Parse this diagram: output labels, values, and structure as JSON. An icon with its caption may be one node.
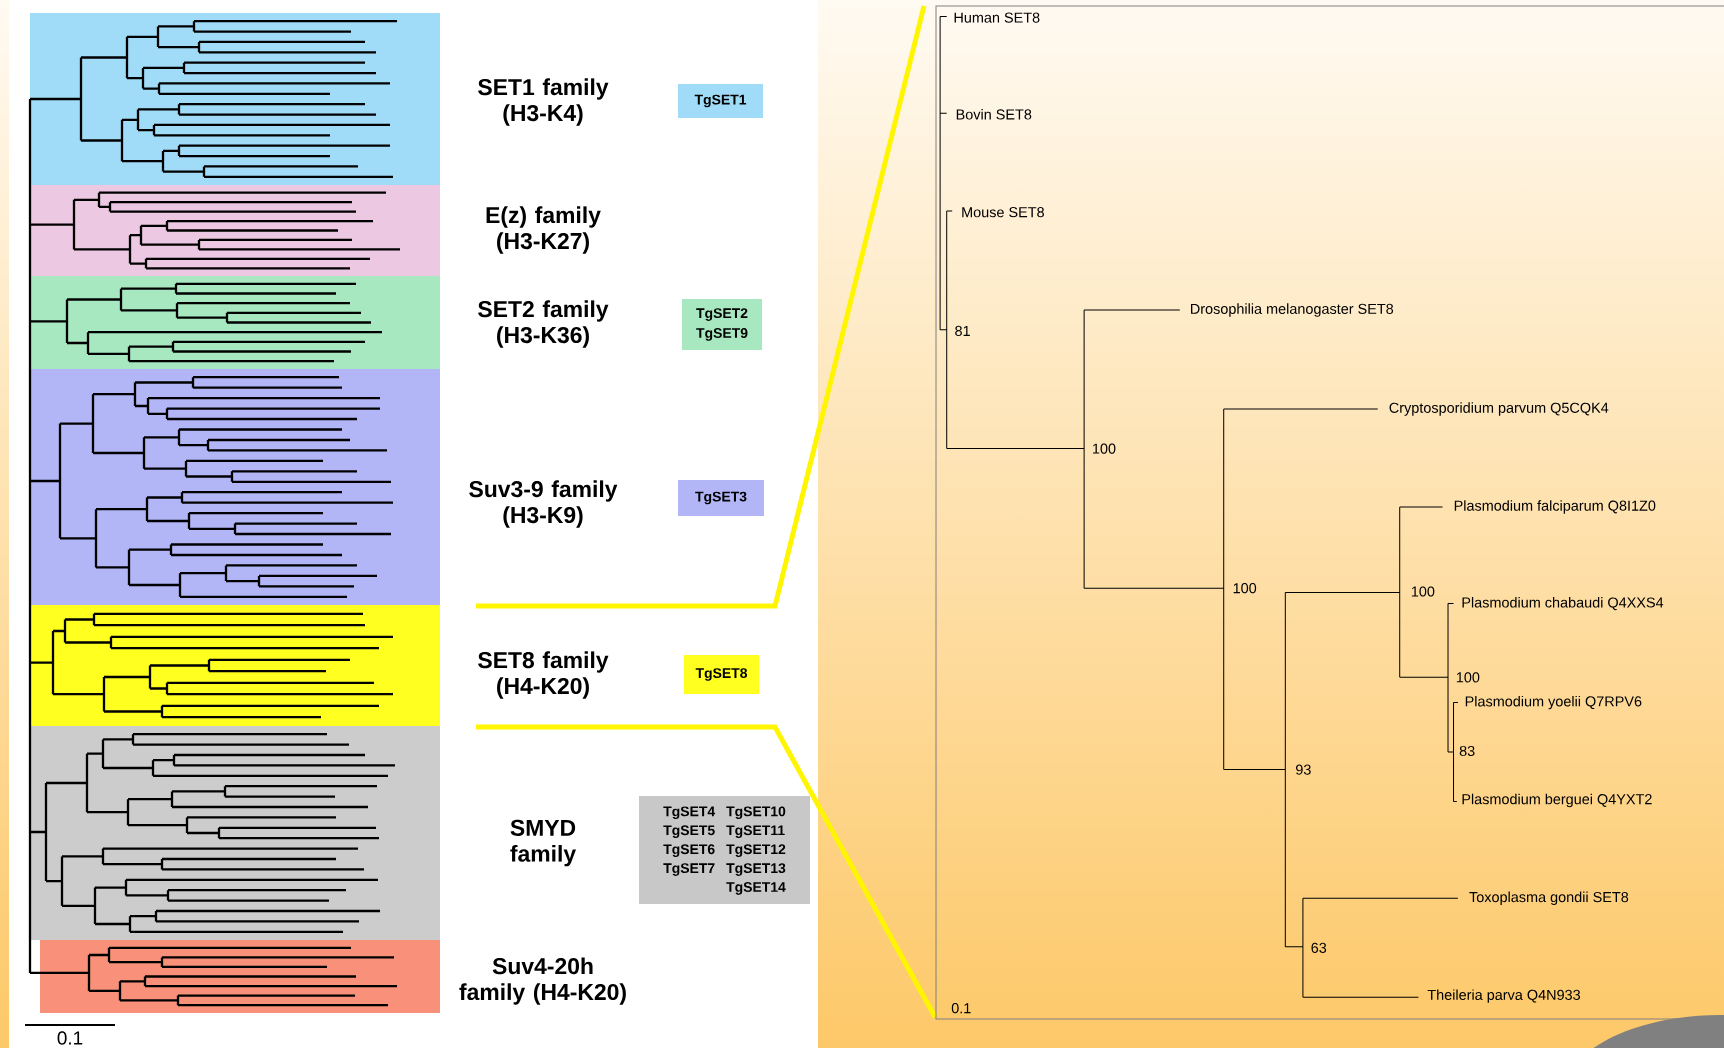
{
  "diagram": {
    "nodes": [
      {
        "text": [
          "TgSET1"
        ]
      },
      {
        "text": [
          "TgSET2",
          "TgSET9"
        ]
      },
      {
        "text": [
          "TgSET3"
        ]
      },
      {
        "text": [
          "TgSET8"
        ]
      },
      {
        "text": [
          "TgSET4",
          "TgSET10",
          "TgSET5",
          "TgSET11",
          "TgSET6",
          "TgSET12",
          "TgSET7",
          "TgSET13",
          "TgSET14"
        ]
      }
    ],
    "labels": [
      "SET1 family (H3-K4)",
      "E(z) family (H3-K27)",
      "SET2 family (H3-K36)",
      "Suv3-9 family (H3-K9)",
      "SET8 family (H4-K20)",
      "SMYD family",
      "Suv4-20h family (H4-K20)",
      "0.1",
      "Human SET8",
      "Bovin SET8",
      "Mouse SET8",
      "Drosophilia melanogaster SET8",
      "81",
      "Cryptosporidium parvum Q5CQK4",
      "100",
      "Plasmodium falciparum Q8I1Z0",
      "100",
      "100",
      "Plasmodium chabaudi Q4XXS4",
      "100",
      "Plasmodium yoelii Q7RPV6",
      "83",
      "93",
      "Plasmodium berguei Q4YXT2",
      "Toxoplasma gondii SET8",
      "63",
      "Theileria parva Q4N933",
      "0.1"
    ]
  }
}
